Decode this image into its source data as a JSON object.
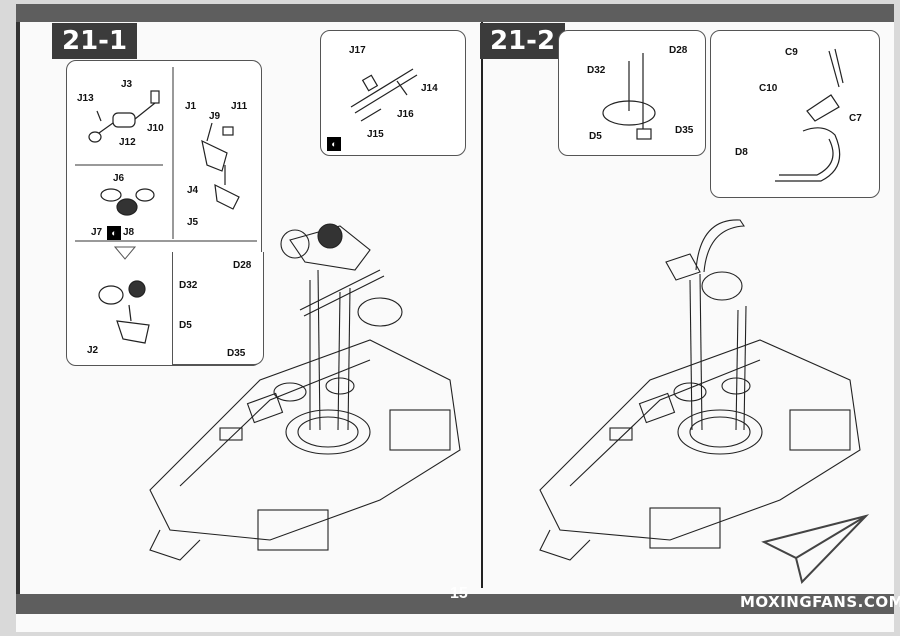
{
  "page": {
    "number": "15",
    "watermark": "MOXINGFANS.COM"
  },
  "steps": [
    {
      "id": "21-1"
    },
    {
      "id": "21-2"
    }
  ],
  "step1": {
    "label": "21-1",
    "subbox_a": [
      "J13",
      "J3",
      "J10",
      "J12"
    ],
    "subbox_b": [
      "J1",
      "J11",
      "J9",
      "J4",
      "J5"
    ],
    "subbox_c": [
      "J6",
      "J7",
      "J8"
    ],
    "subbox_d": [
      "J2"
    ],
    "subbox_e": [
      "D28",
      "D32",
      "D5",
      "D35"
    ],
    "subbox_f": [
      "J17",
      "J14",
      "J16",
      "J15"
    ]
  },
  "step2": {
    "label": "21-2",
    "subbox_a": [
      "D28",
      "D32",
      "D5",
      "D35"
    ],
    "subbox_b": [
      "C9",
      "C10",
      "C7",
      "D8"
    ]
  },
  "colors": {
    "band": "#5e5e5e",
    "step_bg": "#3b3b3b",
    "line": "#222222"
  }
}
